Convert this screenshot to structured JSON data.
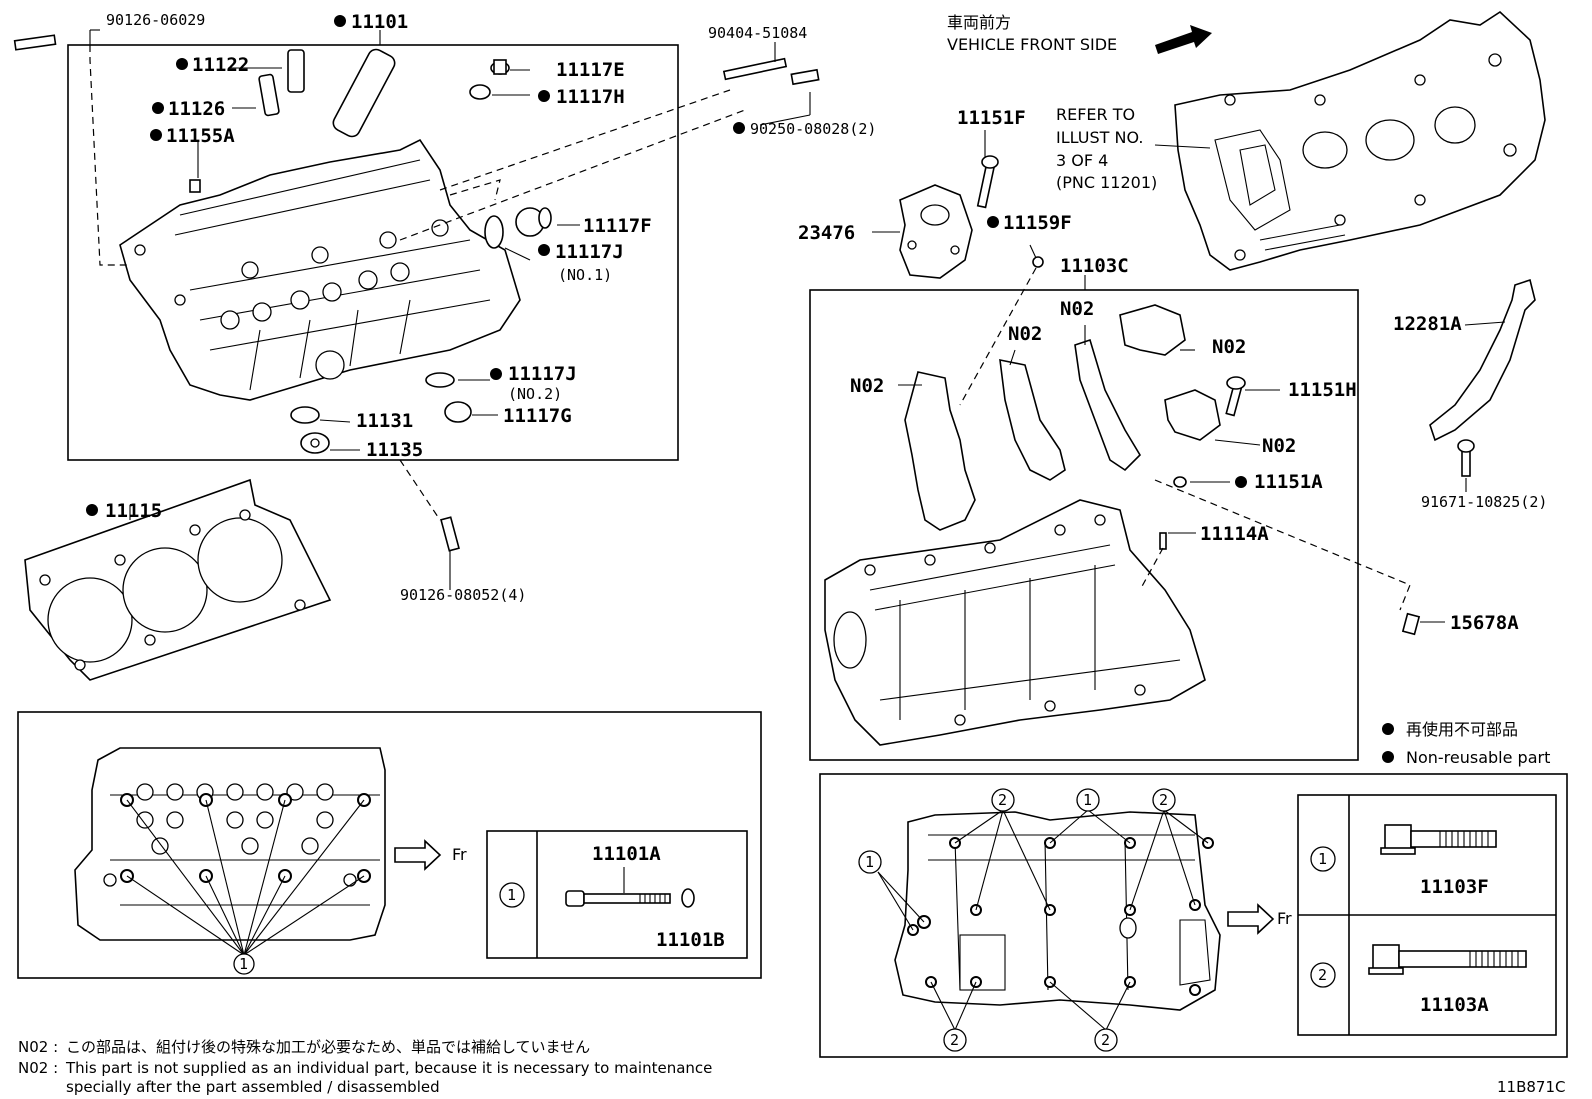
{
  "diagram": {
    "title": "",
    "part_labels": {
      "p90126_06029": "90126-06029",
      "p11101": "11101",
      "p11122": "11122",
      "p11126": "11126",
      "p11155A": "11155A",
      "p11117E": "11117E",
      "p11117H": "11117H",
      "p90404_51084": "90404-51084",
      "p90250_08028": "90250-08028(2)",
      "p11117F": "11117F",
      "p11117J_1": "11117J",
      "p11117J_1_note": "(NO.1)",
      "p11117J_2": "11117J",
      "p11117J_2_note": "(NO.2)",
      "p11131": "11131",
      "p11117G": "11117G",
      "p11135": "11135",
      "p11115": "11115",
      "p90126_08052": "90126-08052(4)",
      "p11151F": "11151F",
      "p23476": "23476",
      "p11159F": "11159F",
      "p11103C": "11103C",
      "n02_a": "N02",
      "n02_b": "N02",
      "n02_c": "N02",
      "n02_d": "N02",
      "n02_e": "N02",
      "p11151H": "11151H",
      "p11151A": "11151A",
      "p11114A": "11114A",
      "p12281A": "12281A",
      "p91671_10825": "91671-10825(2)",
      "p15678A": "15678A",
      "p11101A": "11101A",
      "p11101B": "11101B",
      "p11103F": "11103F",
      "p11103A": "11103A"
    },
    "front_jp": "車両前方",
    "front_en": "VEHICLE FRONT SIDE",
    "refer_lines": [
      "REFER TO",
      "ILLUST NO.",
      "3 OF 4",
      "(PNC 11201)"
    ],
    "legend_jp": "再使用不可部品",
    "legend_en": "Non-reusable part",
    "fr_left": "Fr",
    "fr_right": "Fr",
    "circle_1": "1",
    "circle_2": "2",
    "note_jp_prefix": "N02 :",
    "note_jp": "この部品は、組付け後の特殊な加工が必要なため、単品では補給していません",
    "note_en_prefix": "N02 :",
    "note_en_1": "This part is not supplied as an individual part, because it is necessary to maintenance",
    "note_en_2": "specially after the part assembled / disassembled",
    "diagram_code": "11B871C"
  }
}
